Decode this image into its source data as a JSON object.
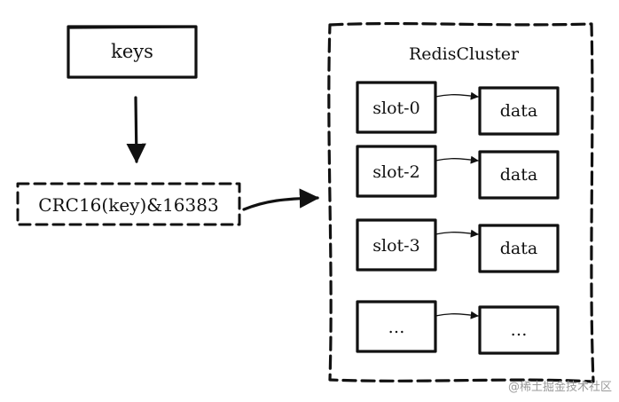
{
  "keys_label": "keys",
  "hash_label": "CRC16(key)&16383",
  "cluster_title": "RedisCluster",
  "rows": [
    {
      "slot": "slot-0",
      "data": "data"
    },
    {
      "slot": "slot-2",
      "data": "data"
    },
    {
      "slot": "slot-3",
      "data": "data"
    },
    {
      "slot": "…",
      "data": "…"
    }
  ],
  "watermark": "@稀土掘金技术社区"
}
